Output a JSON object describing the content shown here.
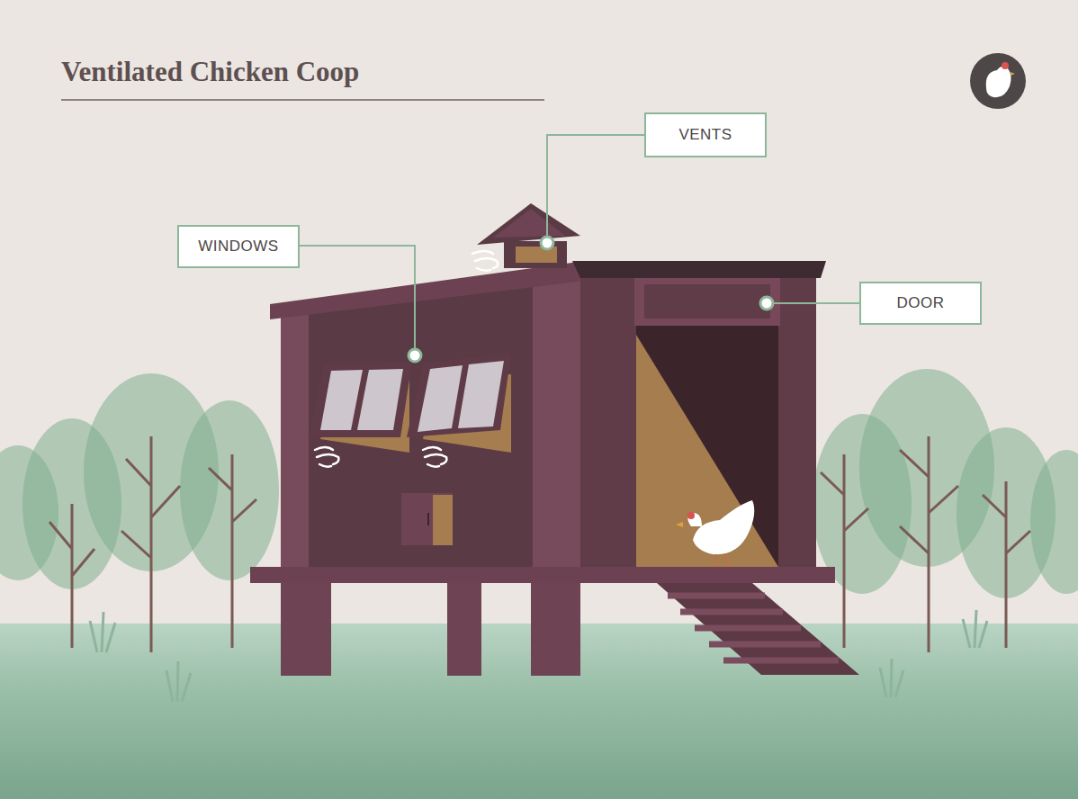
{
  "diagram": {
    "title": "Ventilated Chicken Coop",
    "nodes": [
      {
        "text": [
          "VENTS"
        ]
      },
      {
        "text": [
          "WINDOWS"
        ]
      },
      {
        "text": [
          "DOOR"
        ]
      }
    ]
  }
}
